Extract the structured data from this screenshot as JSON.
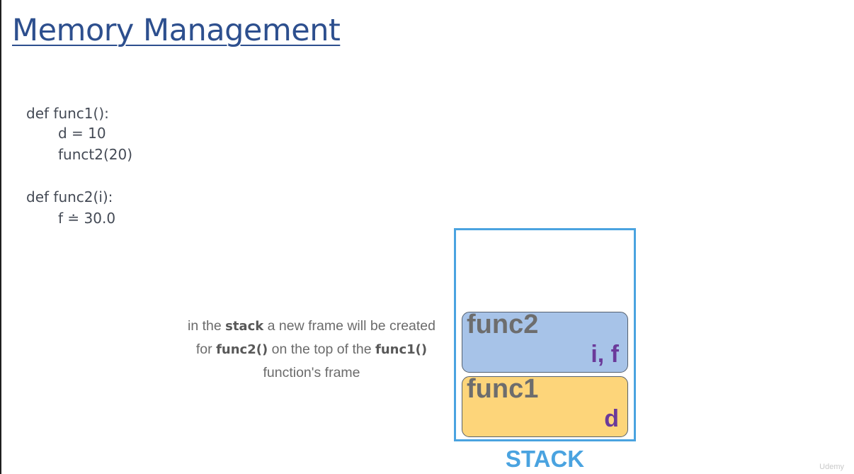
{
  "slide": {
    "title": "Memory Management"
  },
  "code": {
    "lines": [
      "def func1():",
      "d = 10",
      "funct2(20)",
      "def func2(i):",
      "f ≐ 30.0"
    ]
  },
  "caption": {
    "part1": "in the ",
    "bold1": "stack",
    "part2": " a new frame will be created for ",
    "bold2": "func2()",
    "part3": " on the top of the ",
    "bold3": "func1()",
    "part4": " function's frame"
  },
  "stack": {
    "label": "STACK",
    "border_color": "#4aa3e0",
    "frames": [
      {
        "name": "func2",
        "vars": "i, f",
        "color": "#a7c3e8"
      },
      {
        "name": "func1",
        "vars": "d",
        "color": "#fdd57a"
      }
    ]
  },
  "watermark": {
    "text": "Udemy"
  }
}
